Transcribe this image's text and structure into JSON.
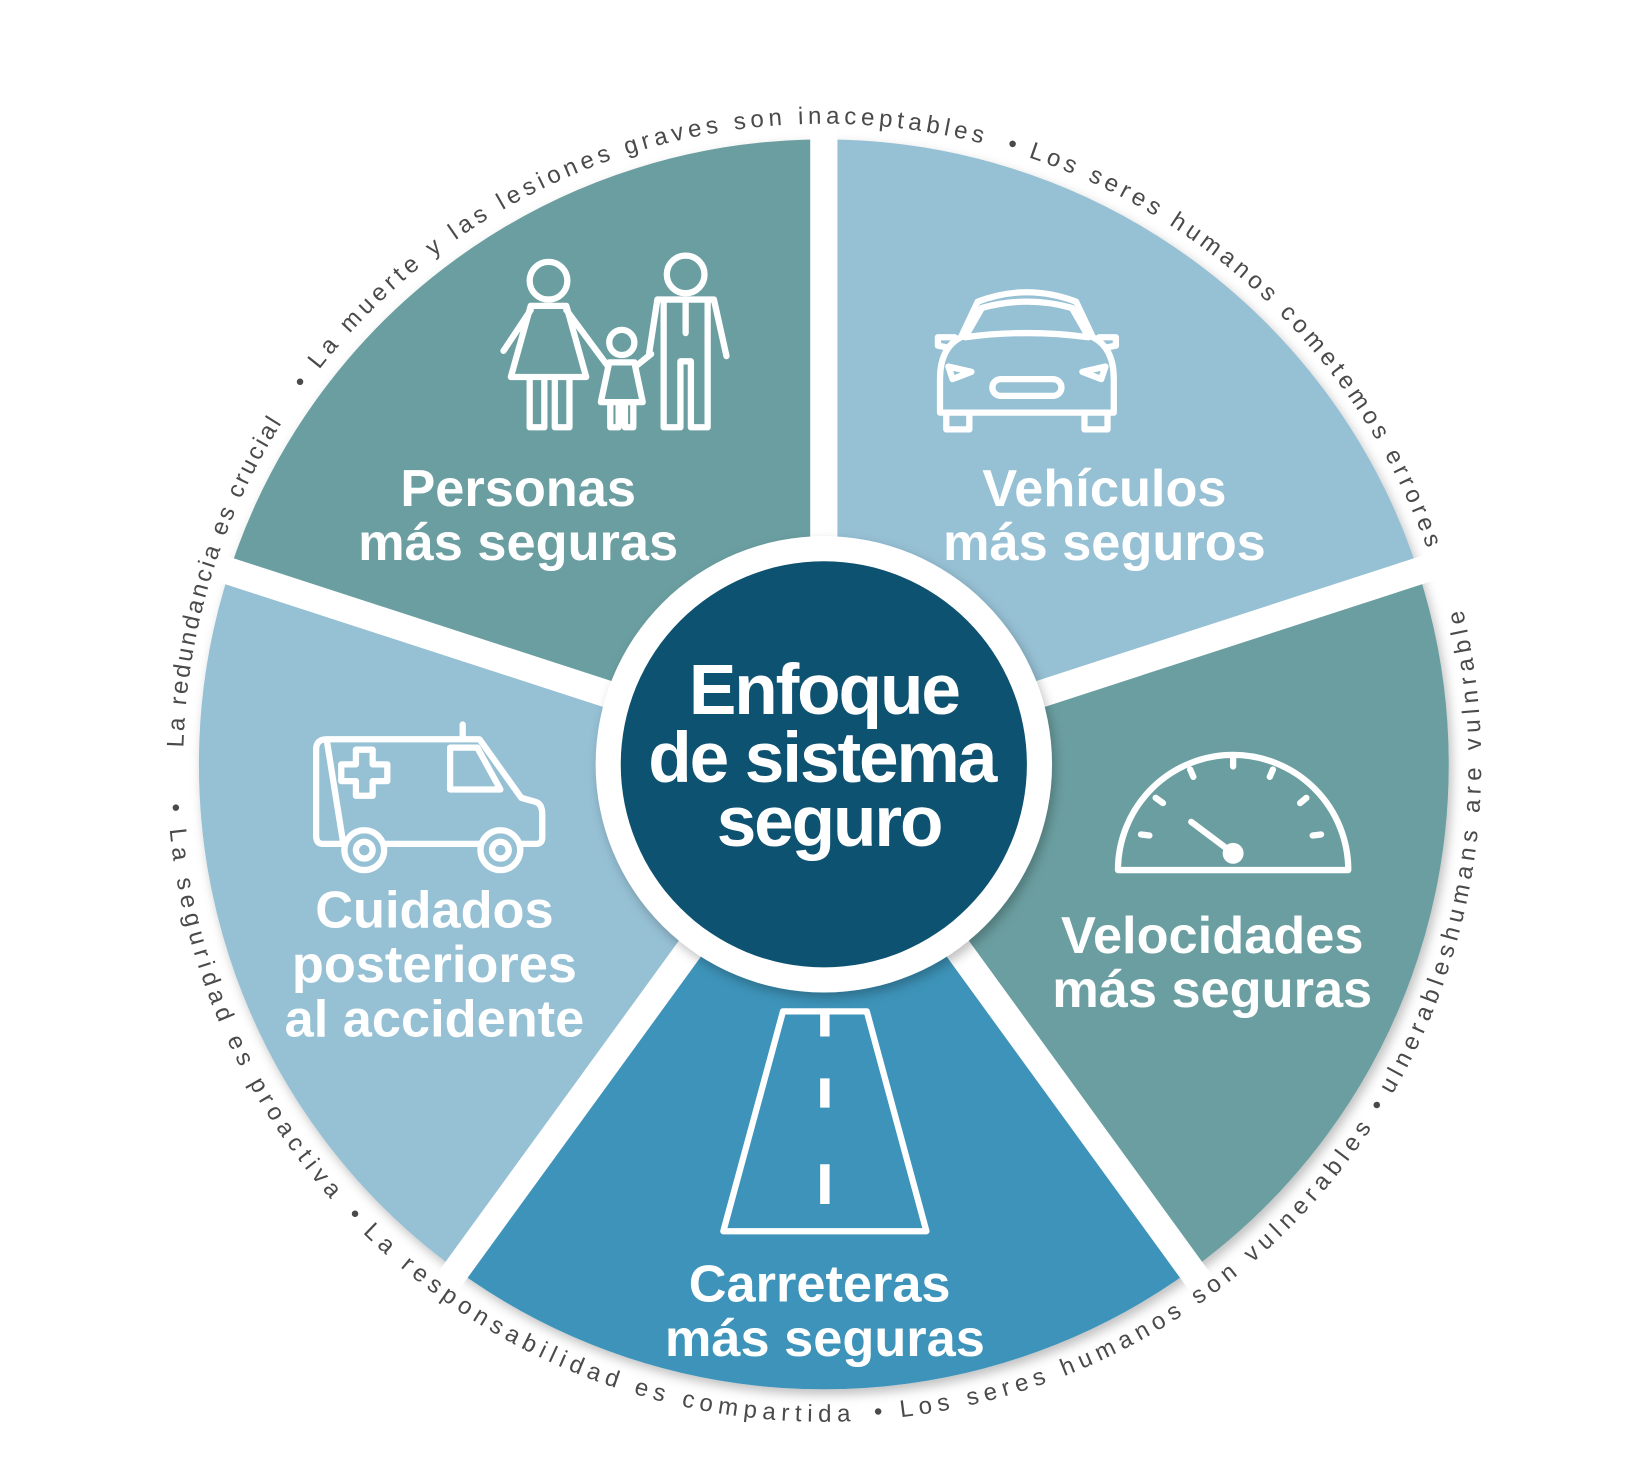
{
  "center": {
    "lines": [
      "Enfoque",
      "de sistema",
      "seguro"
    ],
    "color": "#0d5270"
  },
  "sectors": [
    {
      "id": "personas",
      "lines": [
        "Personas",
        "más seguras"
      ],
      "color": "#6b9ea0",
      "icon": "family-icon"
    },
    {
      "id": "vehiculos",
      "lines": [
        "Vehículos",
        "más seguros"
      ],
      "color": "#96c0d4",
      "icon": "car-icon"
    },
    {
      "id": "velocidades",
      "lines": [
        "Velocidades",
        "más seguras"
      ],
      "color": "#6b9ea0",
      "icon": "speedometer-icon"
    },
    {
      "id": "carreteras",
      "lines": [
        "Carreteras",
        "más seguras"
      ],
      "color": "#3d93b9",
      "icon": "road-icon"
    },
    {
      "id": "cuidados",
      "lines": [
        "Cuidados",
        "posteriores",
        "al accidente"
      ],
      "color": "#96c0d4",
      "icon": "ambulance-icon"
    }
  ],
  "principles": [
    "La redundancia es crucial",
    "La muerte y las lesiones graves son inaceptables",
    "Los seres humanos cometemos errores",
    "ulnerableshumans are vulnrable",
    "Los seres humanos son vulnerables",
    "La responsabilidad es compartida",
    "La seguridad es proactiva"
  ],
  "separator": "•"
}
